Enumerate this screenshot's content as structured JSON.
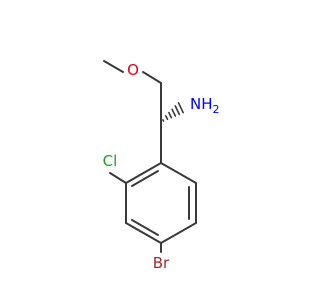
{
  "molecule": {
    "atoms": {
      "oxygen": {
        "symbol": "O",
        "color": "#e0001b"
      },
      "nitrogen": {
        "symbol": "NH",
        "subscript": "2",
        "color": "#0000ff"
      },
      "chlorine": {
        "symbol": "Cl",
        "color": "#1f9e1f"
      },
      "bromine": {
        "symbol": "Br",
        "color": "#a52a2a"
      }
    },
    "bond_color": "#3a3a3a"
  }
}
